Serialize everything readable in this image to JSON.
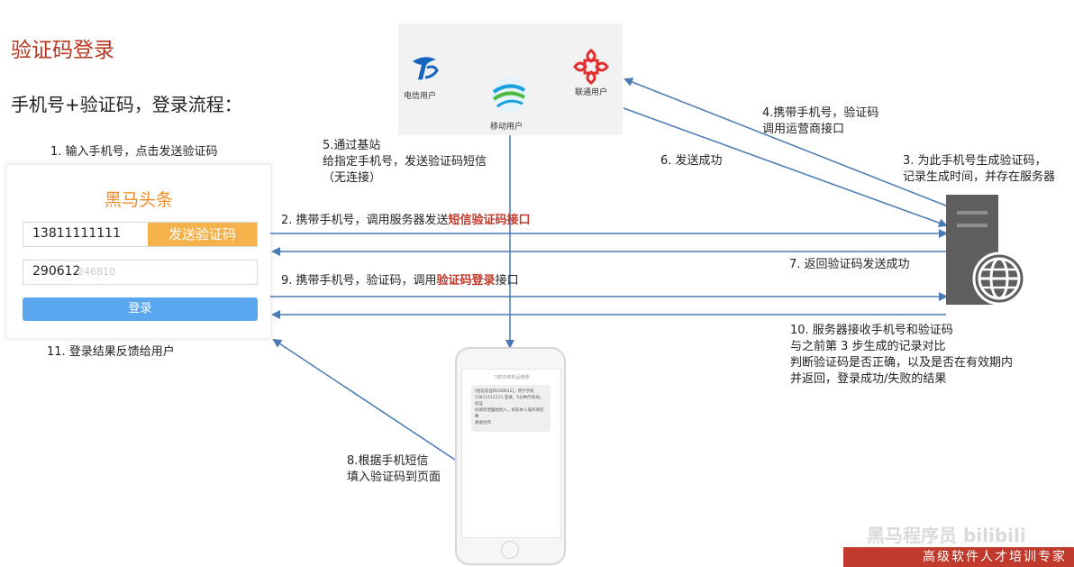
{
  "title": "验证码登录",
  "subtitle": "手机号+验证码，登录流程：",
  "login_card": {
    "brand": "黑马头条",
    "phone_value": "13811111111",
    "send_button": "发送验证码",
    "code_value": "290612",
    "code_placeholder": "246810",
    "login_button": "登录"
  },
  "carriers": {
    "telecom": "电信用户",
    "mobile": "移动用户",
    "unicom": "联通用户"
  },
  "steps": {
    "s1": "1. 输入手机号，点击发送验证码",
    "s2_pre": "2. 携带手机号，调用服务器发送",
    "s2_hl": "短信验证码接口",
    "s3_l1": "3. 为此手机号生成验证码，",
    "s3_l2": "记录生成时间，并存在服务器",
    "s4_l1": "4.携带手机号，验证码",
    "s4_l2": "调用运营商接口",
    "s5_l1": "5.通过基站",
    "s5_l2": "给指定手机号，发送验证码短信",
    "s5_l3": "（无连接）",
    "s6": "6. 发送成功",
    "s7": "7. 返回验证码发送成功",
    "s8_l1": "8.根据手机短信",
    "s8_l2": "填入验证码到页面",
    "s9_pre": "9. 携带手机号，验证码，调用",
    "s9_hl": "验证码登录",
    "s9_post": "接口",
    "s10_l1": "10. 服务器接收手机号和验证码",
    "s10_l2": "与之前第 3 步生成的记录对比",
    "s10_l3": "判断验证码是否正确，以及是否在有效期内",
    "s10_l4": "并返回，登录成功/失败的结果",
    "s11": "11. 登录结果反馈给用户"
  },
  "sms": {
    "header": "飞鹤年糕新品推荐",
    "body_l1": "[短信验证码290612]，用于手机",
    "body_l2": "13811111111 登录，5分钟内有效。验证",
    "body_l3": "码请勿泄露给他人，如非本人操作请忽略",
    "body_l4": "谢谢合作"
  },
  "footer": {
    "banner": "高级软件人才培训专家",
    "watermark": "黑马程序员 bilibili"
  },
  "colors": {
    "title": "#b5371f",
    "highlight": "#c0392b",
    "arrow": "#4a7ab3",
    "send_button": "#f5b14a",
    "login_button": "#5aa7ef",
    "brand": "#f08a24",
    "server": "#5e5e5e"
  }
}
